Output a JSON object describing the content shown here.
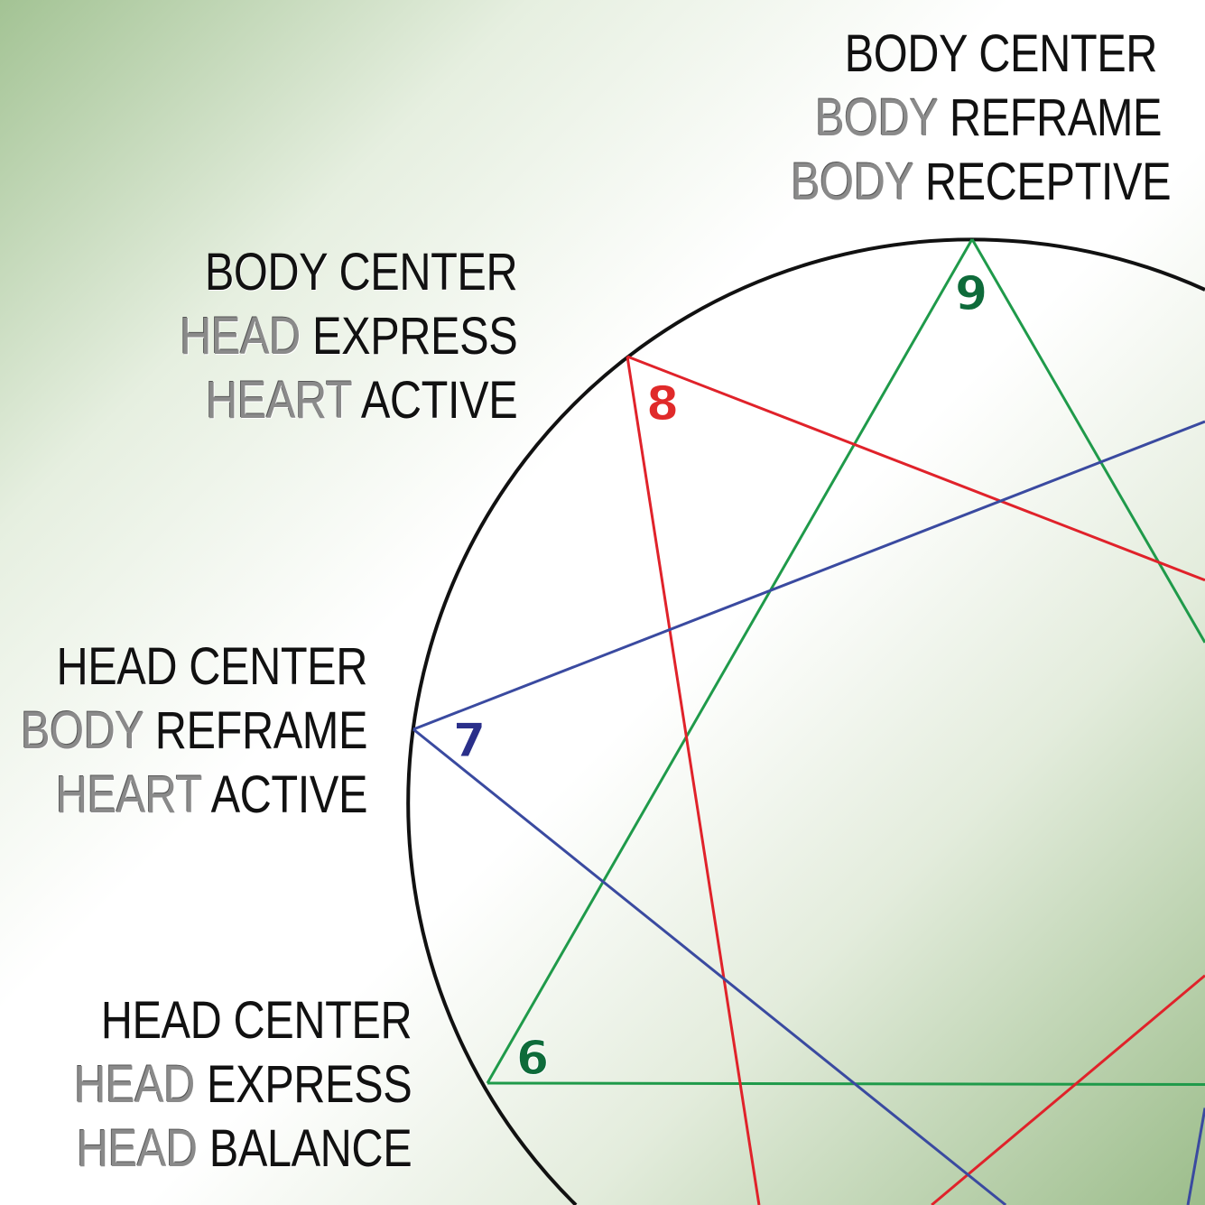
{
  "labels": [
    {
      "title": "BODY CENTER",
      "lines": [
        [
          "BODY",
          "REFRAME"
        ],
        [
          "BODY",
          "RECEPTIVE"
        ]
      ]
    },
    {
      "title": "BODY CENTER",
      "lines": [
        [
          "HEAD",
          "EXPRESS"
        ],
        [
          "HEART",
          "ACTIVE"
        ]
      ]
    },
    {
      "title": "HEAD CENTER",
      "lines": [
        [
          "BODY",
          "REFRAME"
        ],
        [
          "HEART",
          "ACTIVE"
        ]
      ]
    },
    {
      "title": "HEAD CENTER",
      "lines": [
        [
          "HEAD",
          "EXPRESS"
        ],
        [
          "HEAD",
          "BALANCE"
        ]
      ]
    }
  ],
  "points": [
    {
      "number": "9",
      "color": "#0e6b3a"
    },
    {
      "number": "8",
      "color": "#e02a2a"
    },
    {
      "number": "7",
      "color": "#2a2f8a"
    },
    {
      "number": "6",
      "color": "#0e6b3a"
    }
  ],
  "colors": {
    "green": "#1f9a4a",
    "red": "#e0222a",
    "blue": "#3a4aa0",
    "circle": "#111111"
  }
}
